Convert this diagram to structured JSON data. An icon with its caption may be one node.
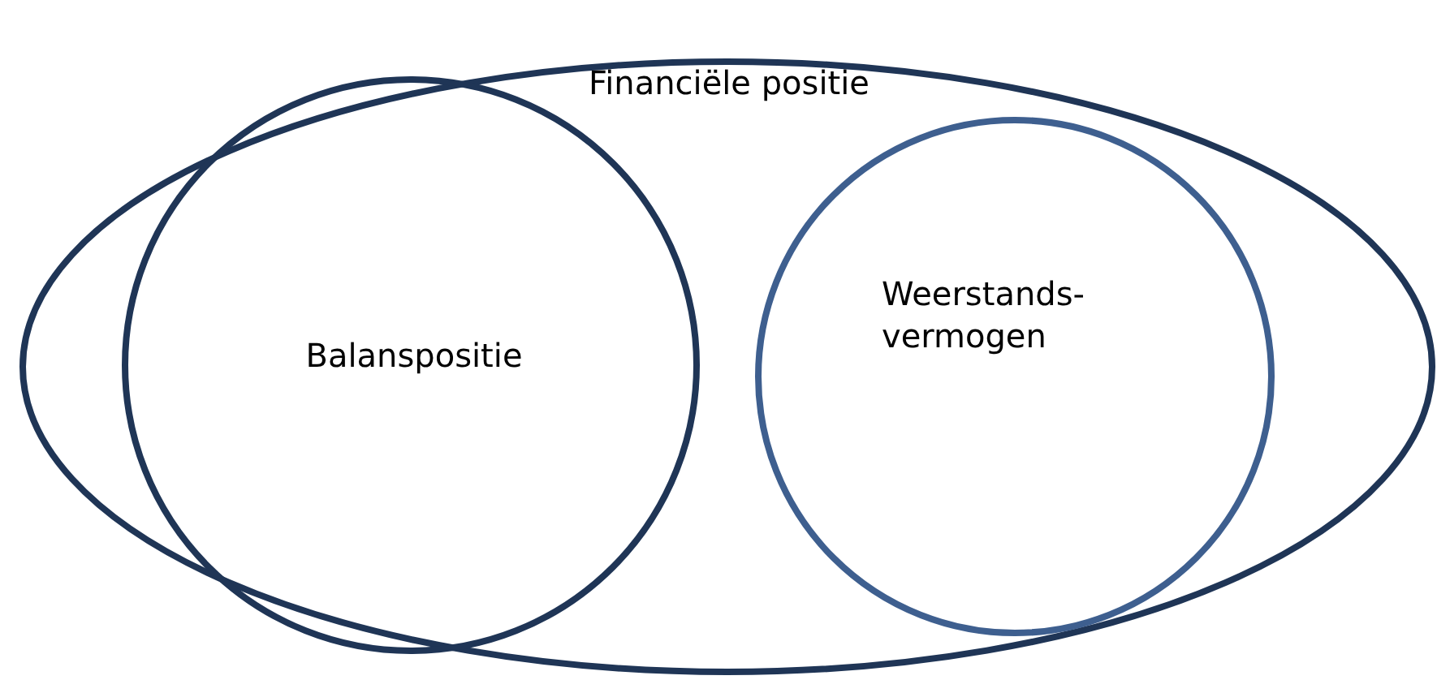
{
  "diagram": {
    "nodes": [
      {
        "text": [
          "Financiële positie"
        ]
      },
      {
        "text": [
          "Balanspositie"
        ],
        "in": 0
      },
      {
        "text": [
          "Weerstands- vermogen"
        ],
        "in": 0
      }
    ]
  }
}
